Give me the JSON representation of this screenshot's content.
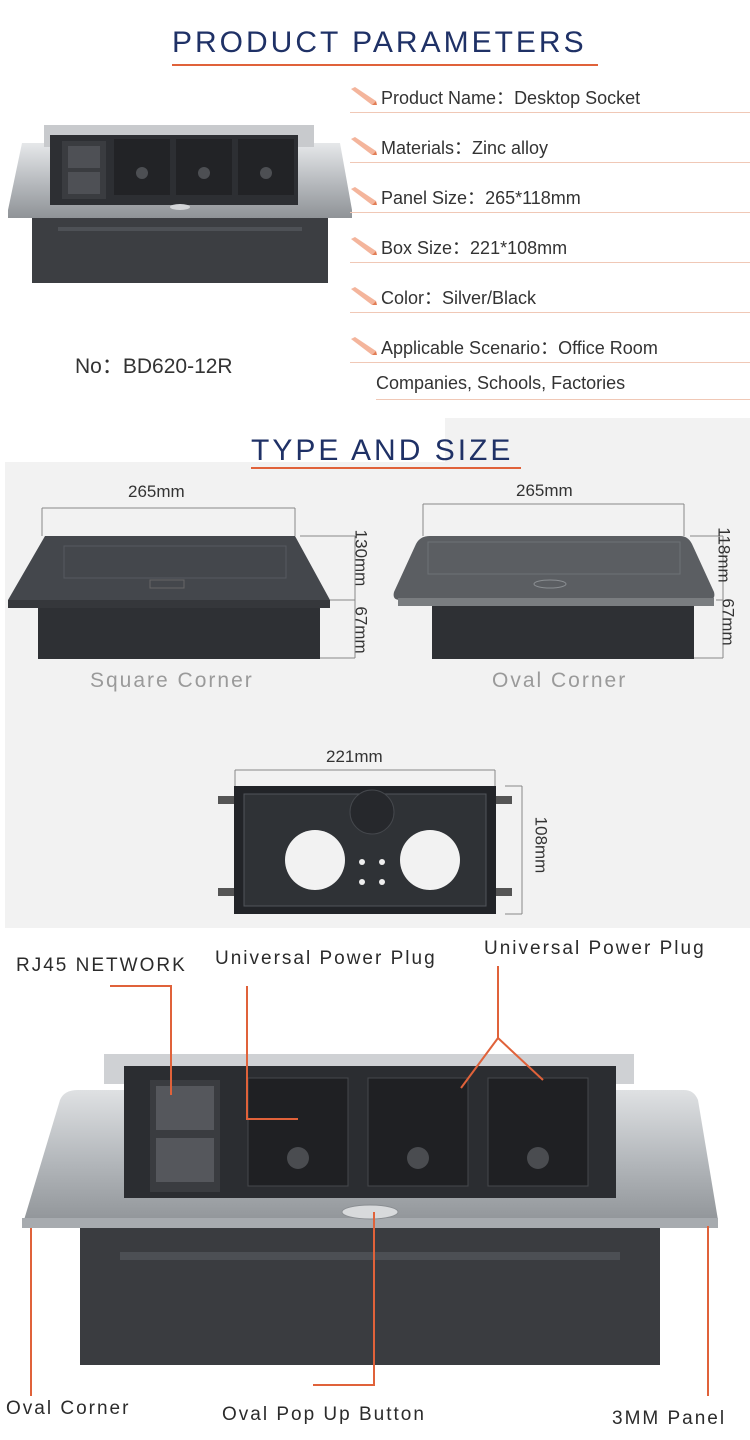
{
  "header1": {
    "title": "PRODUCT PARAMETERS"
  },
  "params": [
    {
      "label": "Product Name：",
      "value": "Desktop Socket"
    },
    {
      "label": "Materials：",
      "value": "Zinc alloy"
    },
    {
      "label": "Panel Size：",
      "value": "265*118mm"
    },
    {
      "label": "Box Size：",
      "value": "221*108mm"
    },
    {
      "label": "Color：",
      "value": "Silver/Black"
    },
    {
      "label": "Applicable Scenario：",
      "value": "Office Room"
    }
  ],
  "params_extra": "Companies, Schools, Factories",
  "model": {
    "label": "No：",
    "value": "BD620-12R"
  },
  "header2": {
    "title": "TYPE AND SIZE"
  },
  "square": {
    "width": "265mm",
    "depth": "130mm",
    "height": "67mm",
    "caption": "Square Corner"
  },
  "oval": {
    "width": "265mm",
    "depth": "118mm",
    "height": "67mm",
    "caption": "Oval Corner"
  },
  "box": {
    "width": "221mm",
    "height": "108mm"
  },
  "callouts": {
    "rj45": "RJ45 NETWORK",
    "plug_a": "Universal Power Plug",
    "plug_b": "Universal Power Plug",
    "oval_corner": "Oval Corner",
    "pop_button": "Oval Pop Up Button",
    "panel": "3MM Panel"
  },
  "colors": {
    "title": "#1f3166",
    "accent": "#e0623a",
    "caption": "#9a9a9a",
    "gray_bg": "#f2f2f2"
  }
}
